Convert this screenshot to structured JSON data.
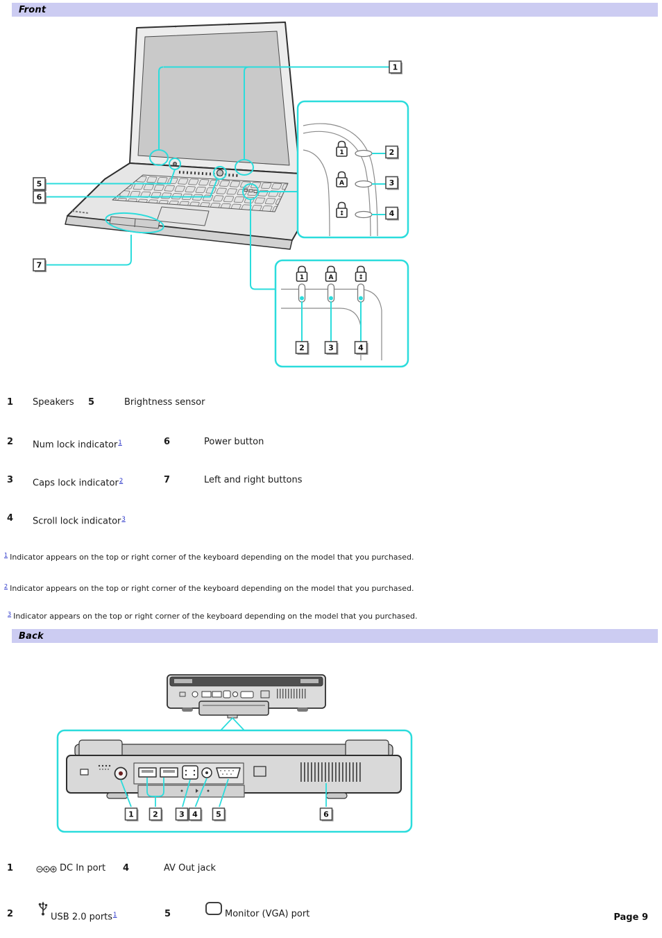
{
  "page": {
    "label": "Page 9"
  },
  "front": {
    "title": "Front",
    "legend": [
      {
        "num": "1",
        "label": "Speakers"
      },
      {
        "num": "5",
        "label": "Brightness sensor"
      },
      {
        "num": "2",
        "label": "Num lock indicator",
        "footnote_ref": "1"
      },
      {
        "num": "6",
        "label": "Power button"
      },
      {
        "num": "3",
        "label": "Caps lock indicator",
        "footnote_ref": "2"
      },
      {
        "num": "7",
        "label": "Left and right buttons"
      },
      {
        "num": "4",
        "label": "Scroll lock indicator",
        "footnote_ref": "3"
      }
    ],
    "footnotes": [
      {
        "marker": "1",
        "text": "Indicator appears on the top or right corner of the keyboard depending on the model that you purchased."
      },
      {
        "marker": "2",
        "text": "Indicator appears on the top or right corner of the keyboard depending on the model that you purchased."
      },
      {
        "marker": "3",
        "text": "Indicator appears on the top or right corner of the keyboard depending on the model that you purchased."
      }
    ],
    "figure": {
      "callout_speakers": "1",
      "callout_brightness": "5",
      "callout_power": "6",
      "callout_buttons": "7",
      "indicator_callouts": [
        "2",
        "3",
        "4"
      ],
      "lock_glyphs": [
        "1",
        "A",
        "↕"
      ]
    }
  },
  "back": {
    "title": "Back",
    "legend": [
      {
        "num": "1",
        "label": "DC In port",
        "icon": "dc-in-icon"
      },
      {
        "num": "4",
        "label": "AV Out jack"
      },
      {
        "num": "2",
        "label": "USB 2.0 ports",
        "icon": "usb-icon",
        "footnote_ref": "1"
      },
      {
        "num": "5",
        "label": "Monitor (VGA) port",
        "icon": "monitor-icon"
      }
    ],
    "figure": {
      "callouts": [
        "1",
        "2",
        "3",
        "4",
        "5",
        "6"
      ]
    }
  },
  "colors": {
    "accent_cyan": "#2bdcdc",
    "section_bar_bg": "#ccccf2",
    "footnote_link_blue": "#2a35c9"
  }
}
